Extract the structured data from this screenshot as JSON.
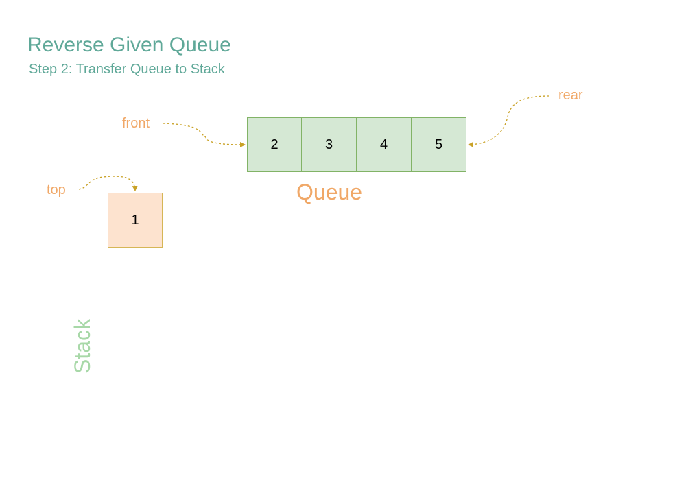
{
  "title": "Reverse Given Queue",
  "subtitle": "Step 2: Transfer Queue to Stack",
  "pointers": {
    "front": "front",
    "rear": "rear",
    "top": "top"
  },
  "queue": {
    "label": "Queue",
    "items": [
      "2",
      "3",
      "4",
      "5"
    ]
  },
  "stack": {
    "label": "Stack",
    "items": [
      "1"
    ]
  },
  "colors": {
    "title": "#5fa898",
    "pointer_label": "#f0a868",
    "arrow": "#c9a227",
    "queue_fill": "#d5e8d4",
    "queue_border": "#82b366",
    "stack_fill": "#fde3cf",
    "stack_border": "#d6b656",
    "stack_label": "#a8d8a8"
  }
}
